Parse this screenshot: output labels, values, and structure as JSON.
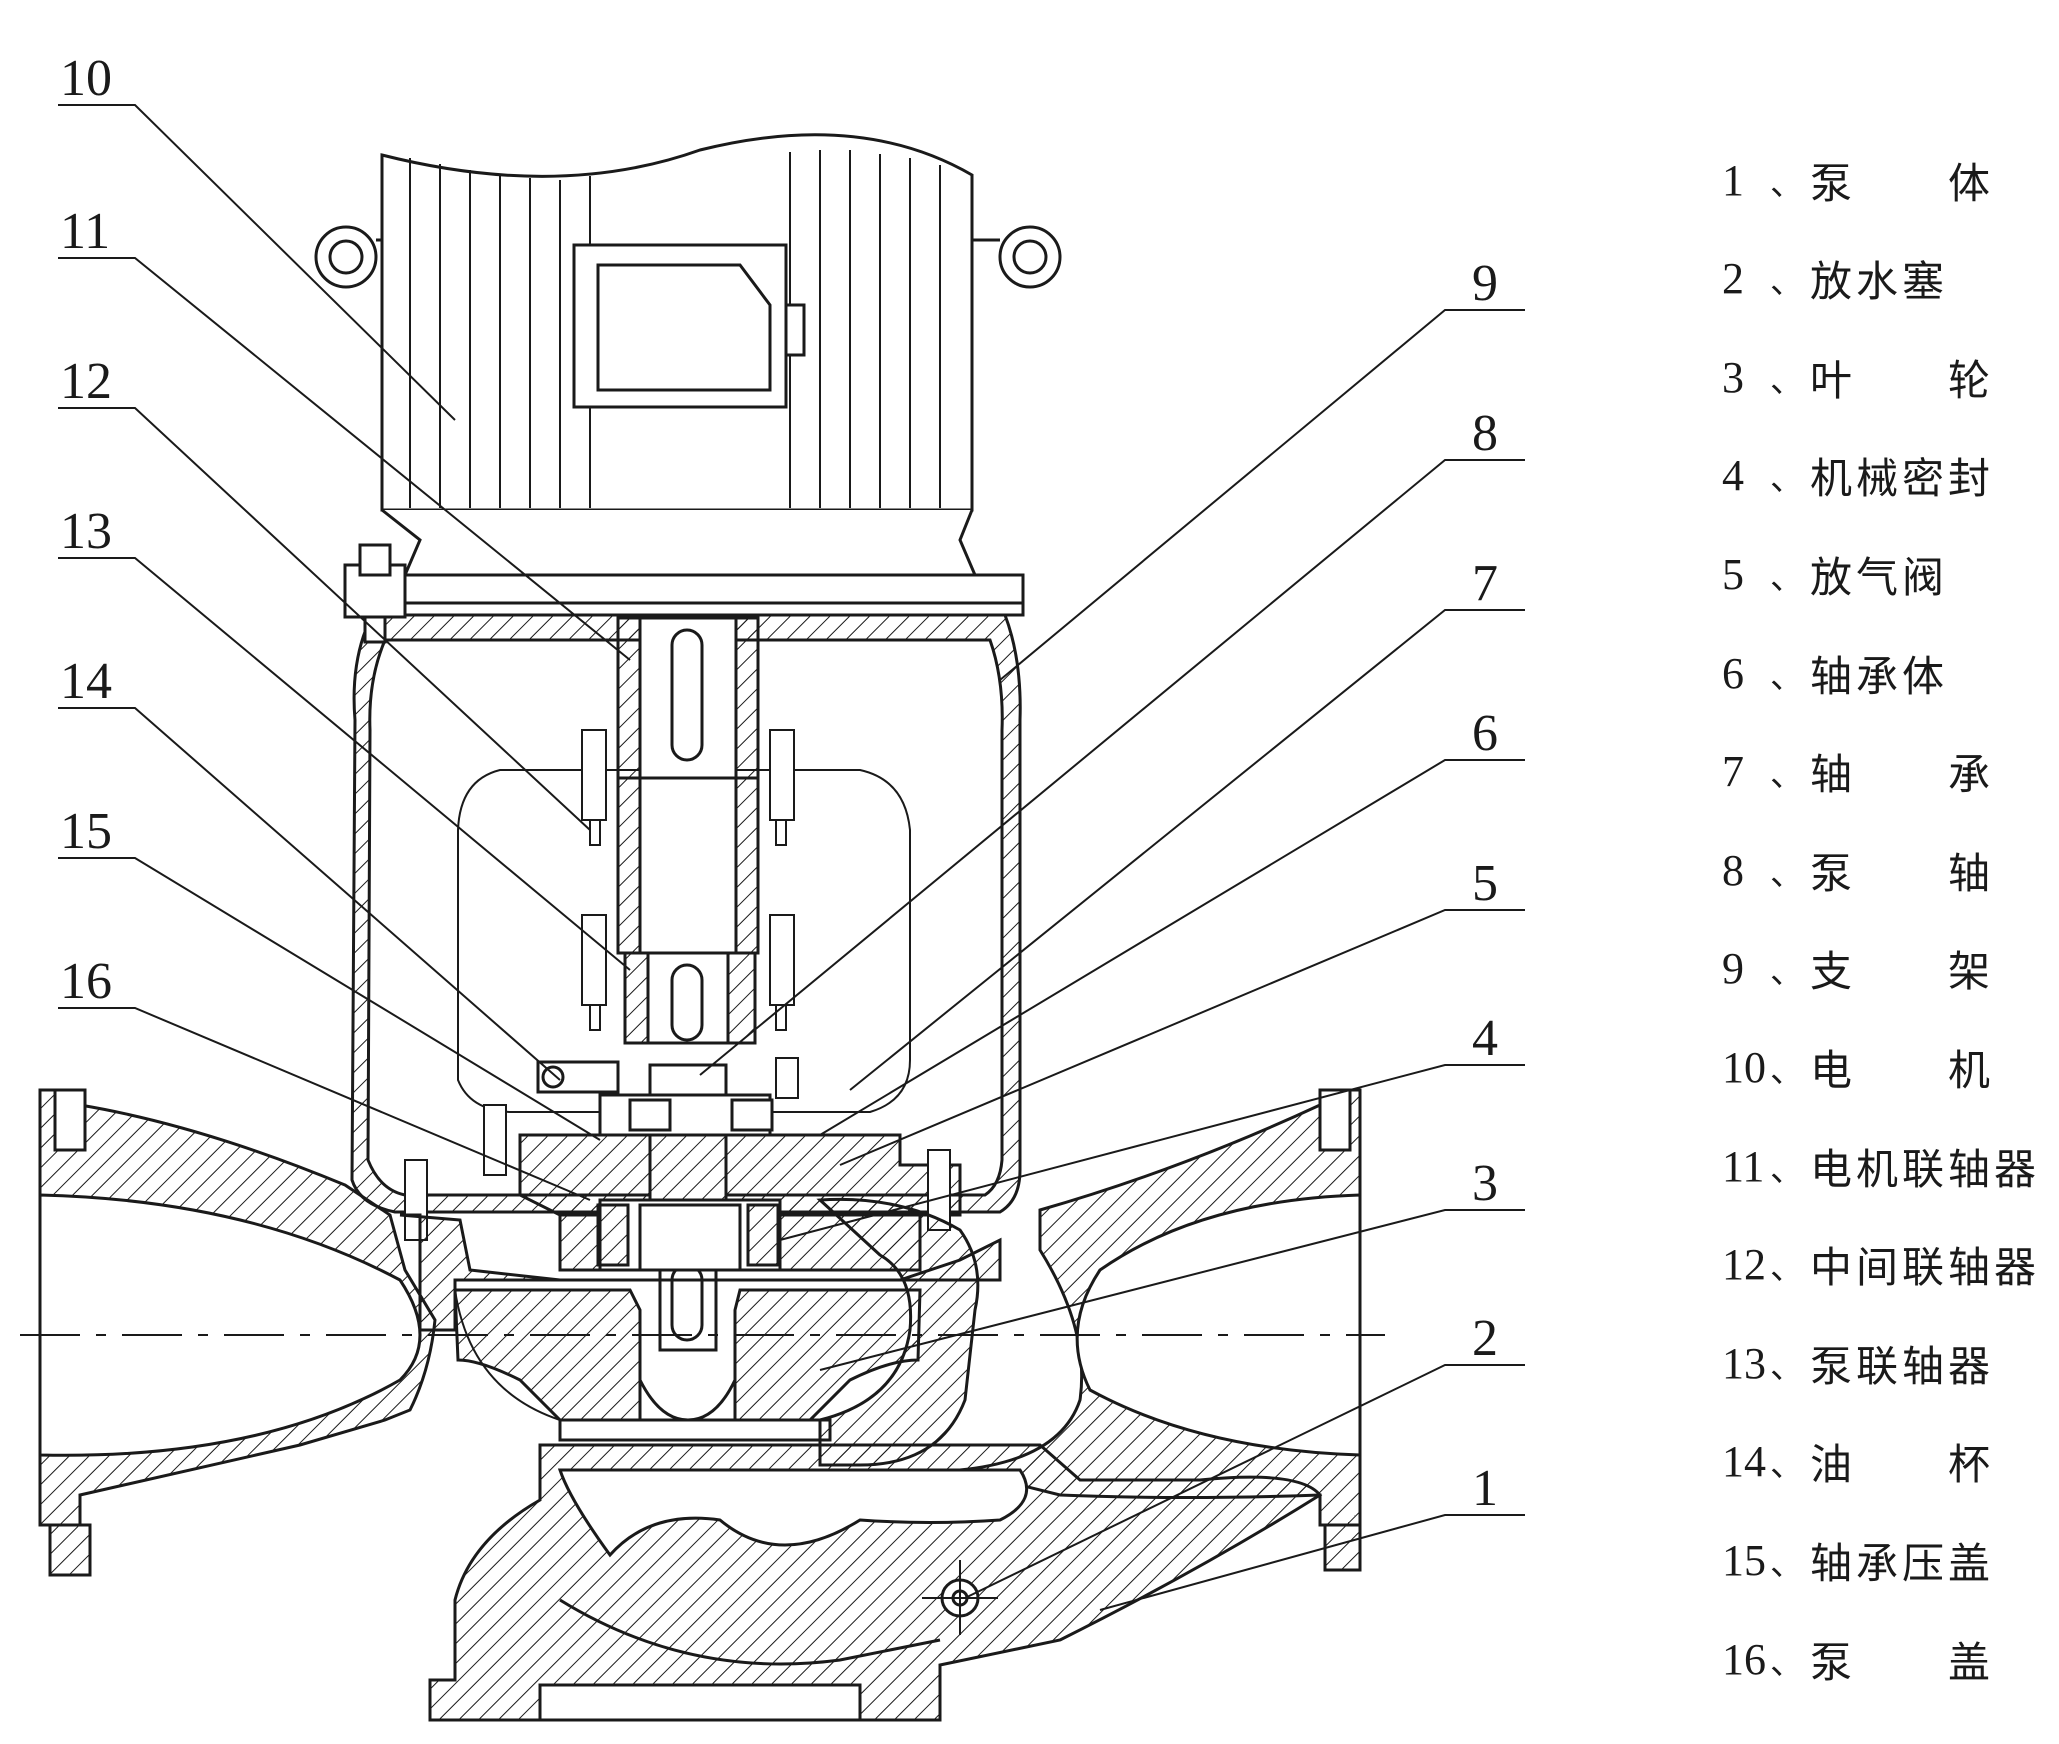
{
  "callouts": [
    "10",
    "11",
    "12",
    "13",
    "14",
    "15",
    "16",
    "9",
    "8",
    "7",
    "6",
    "5",
    "4",
    "3",
    "2",
    "1"
  ],
  "legend": [
    {
      "num": "1",
      "sep": "、",
      "text": "泵　　体",
      "spread": true
    },
    {
      "num": "2",
      "sep": "、",
      "text": "放水塞",
      "spread": false
    },
    {
      "num": "3",
      "sep": "、",
      "text": "叶　　轮",
      "spread": true
    },
    {
      "num": "4",
      "sep": "、",
      "text": "机械密封",
      "spread": false
    },
    {
      "num": "5",
      "sep": "、",
      "text": "放气阀",
      "spread": false
    },
    {
      "num": "6",
      "sep": "、",
      "text": "轴承体",
      "spread": false
    },
    {
      "num": "7",
      "sep": "、",
      "text": "轴　　承",
      "spread": true
    },
    {
      "num": "8",
      "sep": "、",
      "text": "泵　　轴",
      "spread": true
    },
    {
      "num": "9",
      "sep": "、",
      "text": "支　　架",
      "spread": true
    },
    {
      "num": "10",
      "sep": "、",
      "text": "电　　机",
      "spread": true
    },
    {
      "num": "11",
      "sep": "、",
      "text": "电机联轴器",
      "spread": false
    },
    {
      "num": "12",
      "sep": "、",
      "text": "中间联轴器",
      "spread": false
    },
    {
      "num": "13",
      "sep": "、",
      "text": "泵联轴器",
      "spread": false
    },
    {
      "num": "14",
      "sep": "、",
      "text": "油　　杯",
      "spread": true
    },
    {
      "num": "15",
      "sep": "、",
      "text": "轴承压盖",
      "spread": false
    },
    {
      "num": "16",
      "sep": "、",
      "text": "泵　　盖",
      "spread": true
    }
  ],
  "colors": {
    "ink": "#1a1a1a",
    "paper": "#ffffff"
  }
}
